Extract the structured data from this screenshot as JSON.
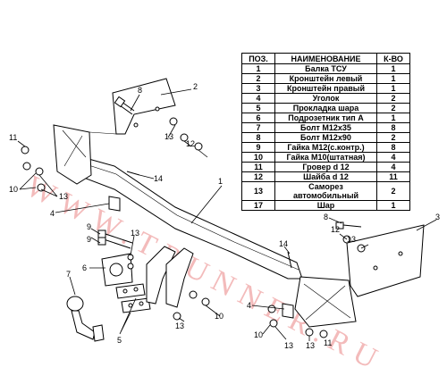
{
  "watermark": "WWW.TRUNNER.RU",
  "parts_table": {
    "headers": [
      "ПОЗ.",
      "НАИМЕНОВАНИЕ",
      "К-ВО"
    ],
    "rows": [
      [
        "1",
        "Балка ТСУ",
        "1"
      ],
      [
        "2",
        "Кронштейн левый",
        "1"
      ],
      [
        "3",
        "Кронштейн правый",
        "1"
      ],
      [
        "4",
        "Уголок",
        "2"
      ],
      [
        "5",
        "Прокладка шара",
        "2"
      ],
      [
        "6",
        "Подрозетник тип А",
        "1"
      ],
      [
        "7",
        "Болт М12х35",
        "8"
      ],
      [
        "8",
        "Болт М12х90",
        "2"
      ],
      [
        "9",
        "Гайка М12(с.контр.)",
        "8"
      ],
      [
        "10",
        "Гайка М10(штатная)",
        "4"
      ],
      [
        "11",
        "Гровер d 12",
        "4"
      ],
      [
        "12",
        "Шайба d 12",
        "11"
      ],
      [
        "13",
        "Саморез автомобильный",
        "2"
      ],
      [
        "17",
        "Шар",
        "1"
      ]
    ]
  },
  "callouts": {
    "c1": "1",
    "c2": "2",
    "c3": "3",
    "c4a": "4",
    "c4b": "4",
    "c5": "5",
    "c6": "6",
    "c7": "7",
    "c8a": "8",
    "c8b": "8",
    "c9a": "9",
    "c9b": "9",
    "c10a": "10",
    "c10b": "10",
    "c10c": "10",
    "c11a": "11",
    "c11b": "11",
    "c12a": "12",
    "c12b": "12",
    "c13a": "13",
    "c13b": "13",
    "c13c": "13",
    "c13d": "13",
    "c13e": "13",
    "c13f": "13",
    "c13g": "13",
    "c14a": "14",
    "c14b": "14"
  }
}
